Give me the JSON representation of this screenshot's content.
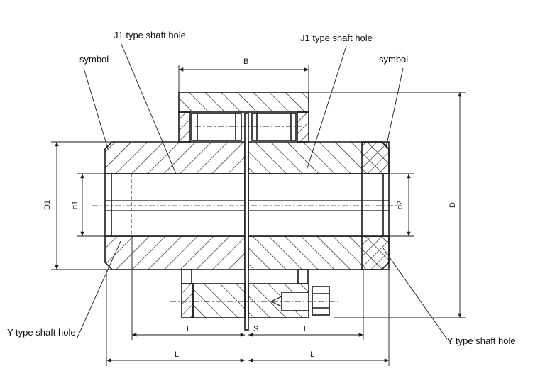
{
  "callouts": {
    "j1_left": "J1 type shaft hole",
    "j1_right": "J1 type shaft hole",
    "symbol_left": "symbol",
    "symbol_right": "symbol",
    "y_left": "Y type shaft hole",
    "y_right": "Y type shaft hole"
  },
  "dimensions": {
    "B": "B",
    "D": "D",
    "D1": "D1",
    "d1": "d1",
    "d2": "d2",
    "L_inner_left": "L",
    "S": "S",
    "L_inner_right": "L",
    "L_outer_left": "L",
    "L_outer_right": "L"
  },
  "colors": {
    "line": "#1a1a1a",
    "background": "#ffffff"
  }
}
